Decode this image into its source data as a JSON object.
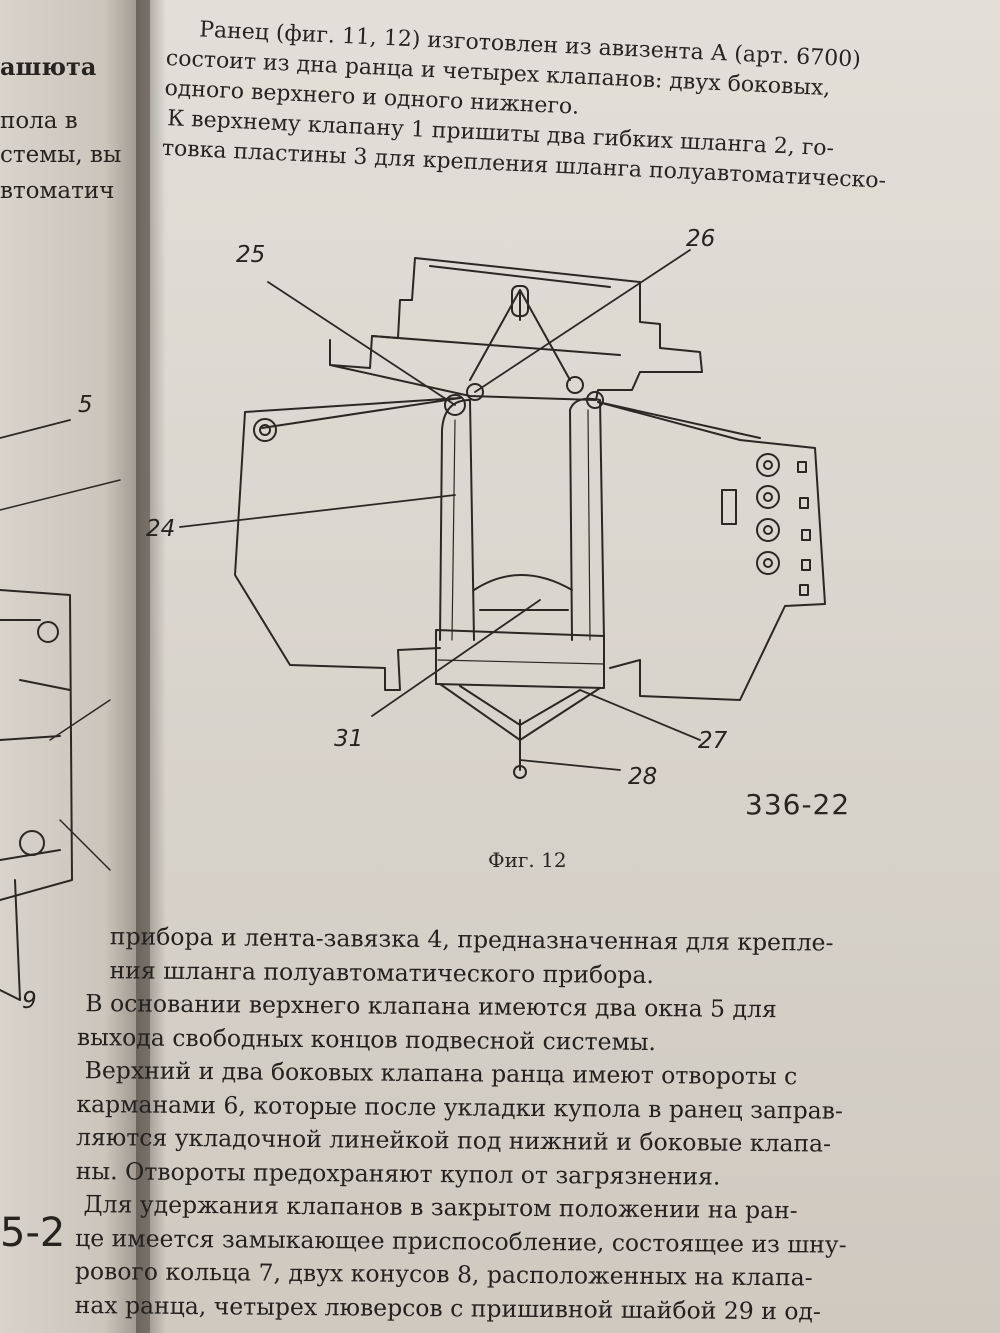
{
  "top_paragraph": {
    "line1": "Ранец (фиг. 11, 12) изготовлен из авизента А (арт. 6700)",
    "line2": "состоит из дна ранца и четырех клапанов: двух боковых,",
    "line3": "одного верхнего и одного нижнего.",
    "line4": "К верхнему клапану 1 пришиты два гибких шланга 2, го-",
    "line5": "товка пластины 3 для крепления шланга полуавтоматическо-"
  },
  "figure": {
    "labels": [
      "25",
      "26",
      "5",
      "24",
      "31",
      "27",
      "28",
      "9"
    ],
    "stamp": "336-22",
    "caption": "Фиг. 12"
  },
  "left_page_fragments": [
    "ашюта",
    "пола в",
    "стемы, вы",
    "втоматич"
  ],
  "body_paragraphs": [
    "прибора и лента-завязка 4, предназначенная для крепле-",
    "ния шланга полуавтоматического прибора.",
    "  В основании верхнего клапана имеются два окна 5 для",
    "выхода свободных концов подвесной системы.",
    "  Верхний и два боковых клапана ранца имеют отвороты с",
    "карманами 6, которые после укладки купола в ранец заправ-",
    "ляются укладочной линейкой под нижний и боковые клапа-",
    "ны. Отвороты предохраняют купол от загрязнения.",
    "  Для удержания клапанов в закрытом положении на ран-",
    "це имеется замыкающее приспособление, состоящее из шну-",
    "рового кольца 7, двух конусов 8, расположенных на клапа-",
    "нах ранца, четырех люверсов с пришивной шайбой 29 и од-"
  ],
  "left_bottom_mark": "5-2"
}
